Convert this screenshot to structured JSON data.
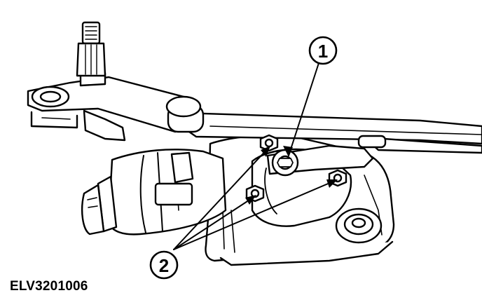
{
  "figure": {
    "reference_code": "ELV3201006",
    "callouts": [
      {
        "id": "1",
        "label": "1"
      },
      {
        "id": "2",
        "label": "2"
      }
    ]
  }
}
